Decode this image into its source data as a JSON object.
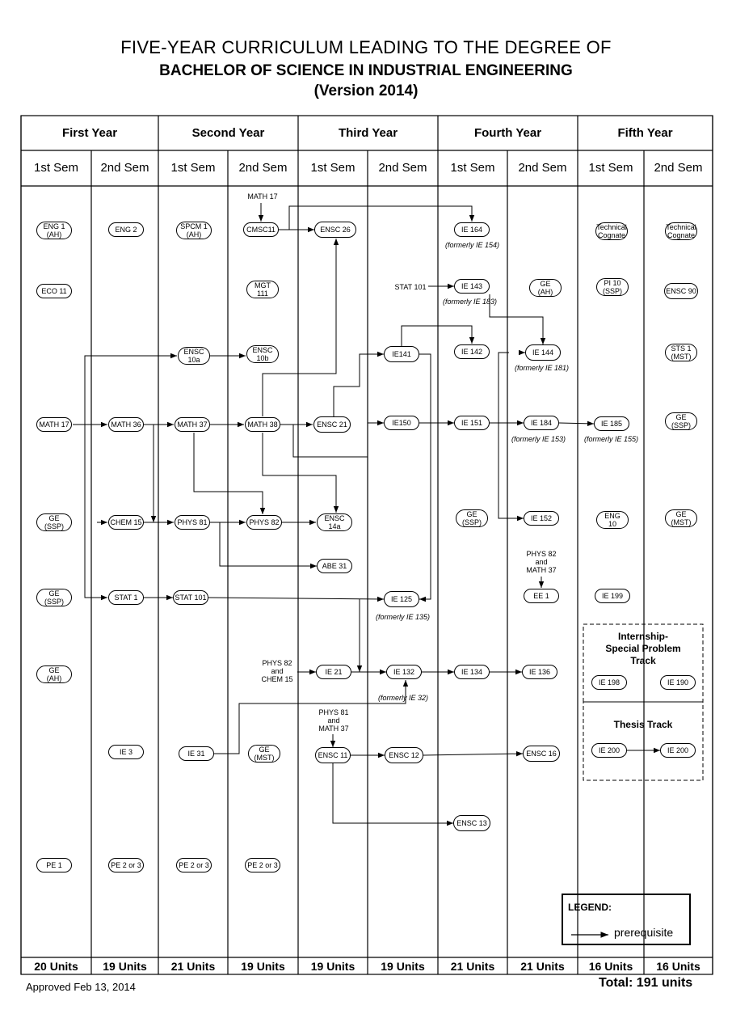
{
  "title": {
    "line1": "FIVE-YEAR CURRICULUM LEADING TO THE DEGREE OF",
    "line2": "BACHELOR OF SCIENCE IN INDUSTRIAL ENGINEERING",
    "line3": "(Version 2014)"
  },
  "years": [
    "First Year",
    "Second Year",
    "Third Year",
    "Fourth Year",
    "Fifth Year"
  ],
  "semesters": [
    "1st Sem",
    "2nd Sem",
    "1st Sem",
    "2nd Sem",
    "1st Sem",
    "2nd Sem",
    "1st Sem",
    "2nd Sem",
    "1st Sem",
    "2nd Sem"
  ],
  "units": [
    "20 Units",
    "19 Units",
    "21 Units",
    "19 Units",
    "19 Units",
    "19 Units",
    "21 Units",
    "21 Units",
    "16 Units",
    "16 Units"
  ],
  "courses": {
    "eng1": "ENG 1\n(AH)",
    "eco11": "ECO 11",
    "math17": "MATH 17",
    "ge_ssp_1a": "GE\n(SSP)",
    "ge_ssp_1b": "GE\n(SSP)",
    "ge_ah_1": "GE\n(AH)",
    "pe1": "PE 1",
    "eng2": "ENG 2",
    "math36": "MATH 36",
    "chem15": "CHEM 15",
    "stat1": "STAT 1",
    "ie3": "IE 3",
    "pe2_1": "PE 2 or 3",
    "spcm1": "SPCM 1\n(AH)",
    "ensc10a": "ENSC\n10a",
    "math37": "MATH 37",
    "phys81": "PHYS 81",
    "stat101": "STAT 101",
    "ie31": "IE 31",
    "pe2_2": "PE 2 or 3",
    "cmsc11": "CMSC11",
    "mgt111": "MGT\n111",
    "ensc10b": "ENSC\n10b",
    "math38": "MATH 38",
    "phys82": "PHYS 82",
    "ge_mst_2": "GE\n(MST)",
    "pe2_3": "PE 2 or 3",
    "ensc26": "ENSC 26",
    "ensc21": "ENSC 21",
    "ensc14a": "ENSC\n14a",
    "abe31": "ABE 31",
    "ie21": "IE 21",
    "ensc11": "ENSC 11",
    "ie141": "IE141",
    "ie150": "IE150",
    "ie125": "IE 125",
    "ie132": "IE 132",
    "ensc12": "ENSC 12",
    "ie164": "IE 164",
    "ie143": "IE 143",
    "ie142": "IE 142",
    "ie151": "IE 151",
    "ge_ssp_4": "GE\n(SSP)",
    "ie134": "IE 134",
    "ensc13": "ENSC 13",
    "ge_ah_4": "GE\n(AH)",
    "ie144": "IE 144",
    "ie184": "IE 184",
    "ie152": "IE 152",
    "ee1": "EE 1",
    "ie136": "IE 136",
    "ensc16": "ENSC 16",
    "tech1": "Technical\nCognate",
    "pi10": "PI 10\n(SSP)",
    "ie185": "IE 185",
    "eng10": "ENG\n10",
    "ie199": "IE 199",
    "ie198": "IE 198",
    "ie200a": "IE 200",
    "tech2": "Technical\nCognate",
    "ensc90": "ENSC 90",
    "sts1": "STS 1\n(MST)",
    "ge_ssp_5": "GE\n(SSP)",
    "ge_mst_5": "GE\n(MST)",
    "ie190": "IE 190",
    "ie200b": "IE 200"
  },
  "notes": {
    "math17_pre": "MATH 17",
    "stat101_pre": "STAT 101",
    "phys82_chem15": "PHYS 82\nand\nCHEM 15",
    "phys81_math37": "PHYS 81\nand\nMATH 37",
    "phys82_math37": "PHYS 82\nand\nMATH 37"
  },
  "formerly": {
    "ie164": "(formerly IE 154)",
    "ie143": "(formerly IE 183)",
    "ie144": "(formerly IE 181)",
    "ie184": "(formerly IE 153)",
    "ie185": "(formerly IE 155)",
    "ie125": "(formerly IE 135)",
    "ie132": "(formerly IE 32)"
  },
  "tracks": {
    "internship": "Internship-\nSpecial Problem\nTrack",
    "thesis": "Thesis Track"
  },
  "legend": {
    "title": "LEGEND:",
    "label": "prerequisite"
  },
  "footer": {
    "approved": "Approved Feb 13, 2014",
    "total": "Total: 191 units"
  }
}
